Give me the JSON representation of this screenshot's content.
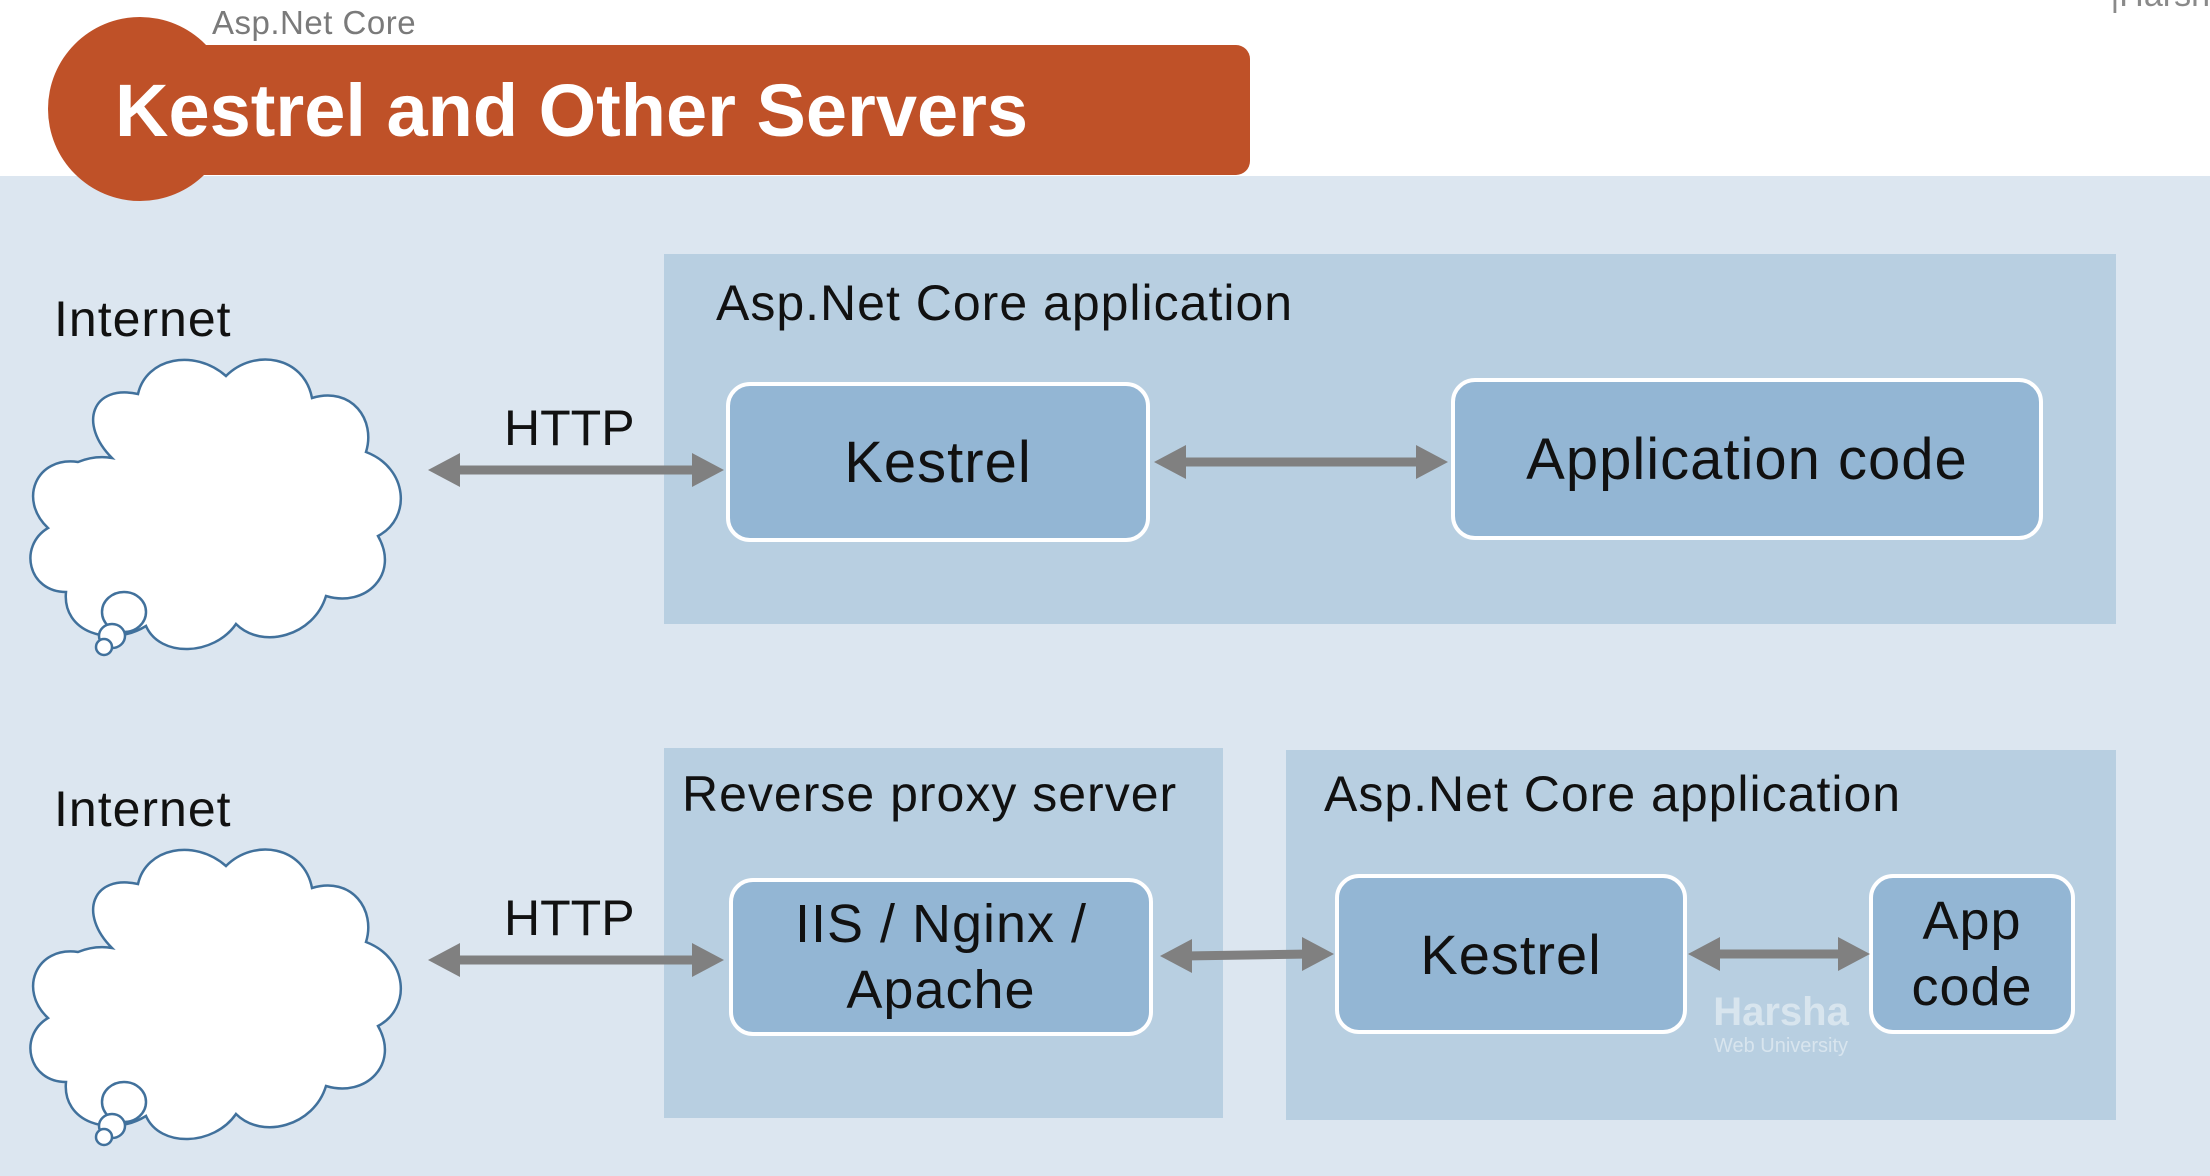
{
  "header": {
    "subtitle": "Asp.Net Core",
    "title": "Kestrel and Other Servers",
    "corner_text": "|Harsh",
    "accent_color": "#bf5128"
  },
  "diagram1": {
    "internet_label": "Internet",
    "http_label": "HTTP",
    "app_panel_label": "Asp.Net Core application",
    "kestrel_label": "Kestrel",
    "app_code_label": "Application code"
  },
  "diagram2": {
    "internet_label": "Internet",
    "http_label": "HTTP",
    "proxy_panel_label": "Reverse proxy server",
    "proxy_node_label": "IIS / Nginx /\nApache",
    "app_panel_label": "Asp.Net Core application",
    "kestrel_label": "Kestrel",
    "app_code_label": "App\ncode"
  },
  "watermark": {
    "name": "Harsha",
    "subtitle": "Web University"
  },
  "colors": {
    "background": "#dce6f0",
    "panel": "#b8cfe1",
    "node": "#93b6d4",
    "arrow": "#808080",
    "cloud_outline": "#41719c"
  }
}
